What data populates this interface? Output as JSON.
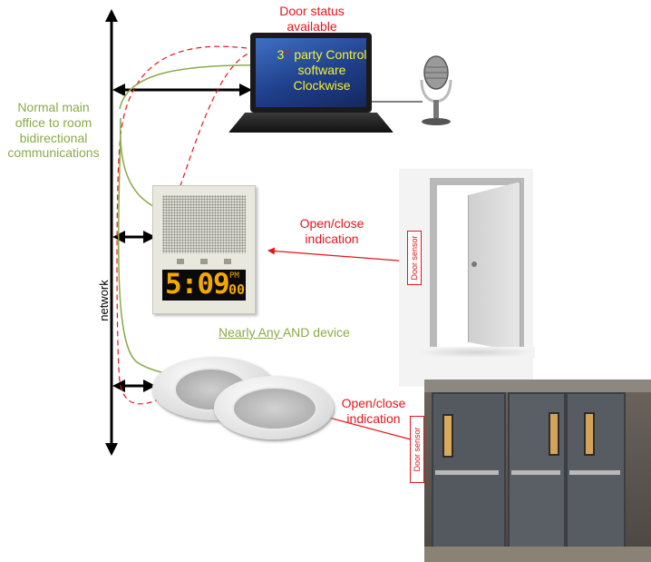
{
  "labels": {
    "door_status_line1": "Door status",
    "door_status_line2": "available",
    "software_line1": "3",
    "software_sup": "rd",
    "software_line1b": " party Control",
    "software_line2": "software",
    "software_line3": "Clockwise",
    "comms_line1": "Normal main",
    "comms_line2": "office to room",
    "comms_line3": "bidirectional",
    "comms_line4": "communications",
    "open_close_1_line1": "Open/close",
    "open_close_1_line2": "indication",
    "open_close_2_line1": "Open/close",
    "open_close_2_line2": "indication",
    "door_sensor_1": "Door sensor",
    "door_sensor_2": "Door sensor",
    "network": "network",
    "nearly_any_underlined": "Nearly Any ",
    "nearly_any_rest": "AND device",
    "clock_time": "5:09",
    "clock_ampm": "PM",
    "clock_seconds": "00"
  },
  "colors": {
    "red": "#e8141b",
    "green": "#8aab47",
    "clock_digits": "#f5a800",
    "black": "#000000"
  }
}
